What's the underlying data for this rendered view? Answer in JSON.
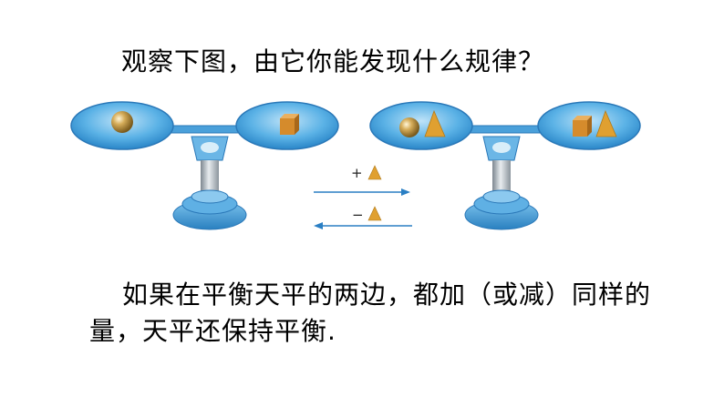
{
  "question": "观察下图，由它你能发现什么规律？",
  "operations": {
    "add_sign": "+",
    "subtract_sign": "−"
  },
  "conclusion": "如果在平衡天平的两边，都加（或减）同样的量，天平还保持平衡.",
  "colors": {
    "scale_blue": "#4aa8e0",
    "scale_dark": "#1f78b8",
    "ball_gold": "#c9a24a",
    "cube_orange": "#d9912e",
    "cone_orange": "#e0a030",
    "arrow_blue": "#2a7fc4"
  },
  "icons": [
    "sphere-weight",
    "cube-weight",
    "cone-weight",
    "arrow-right",
    "arrow-left"
  ]
}
